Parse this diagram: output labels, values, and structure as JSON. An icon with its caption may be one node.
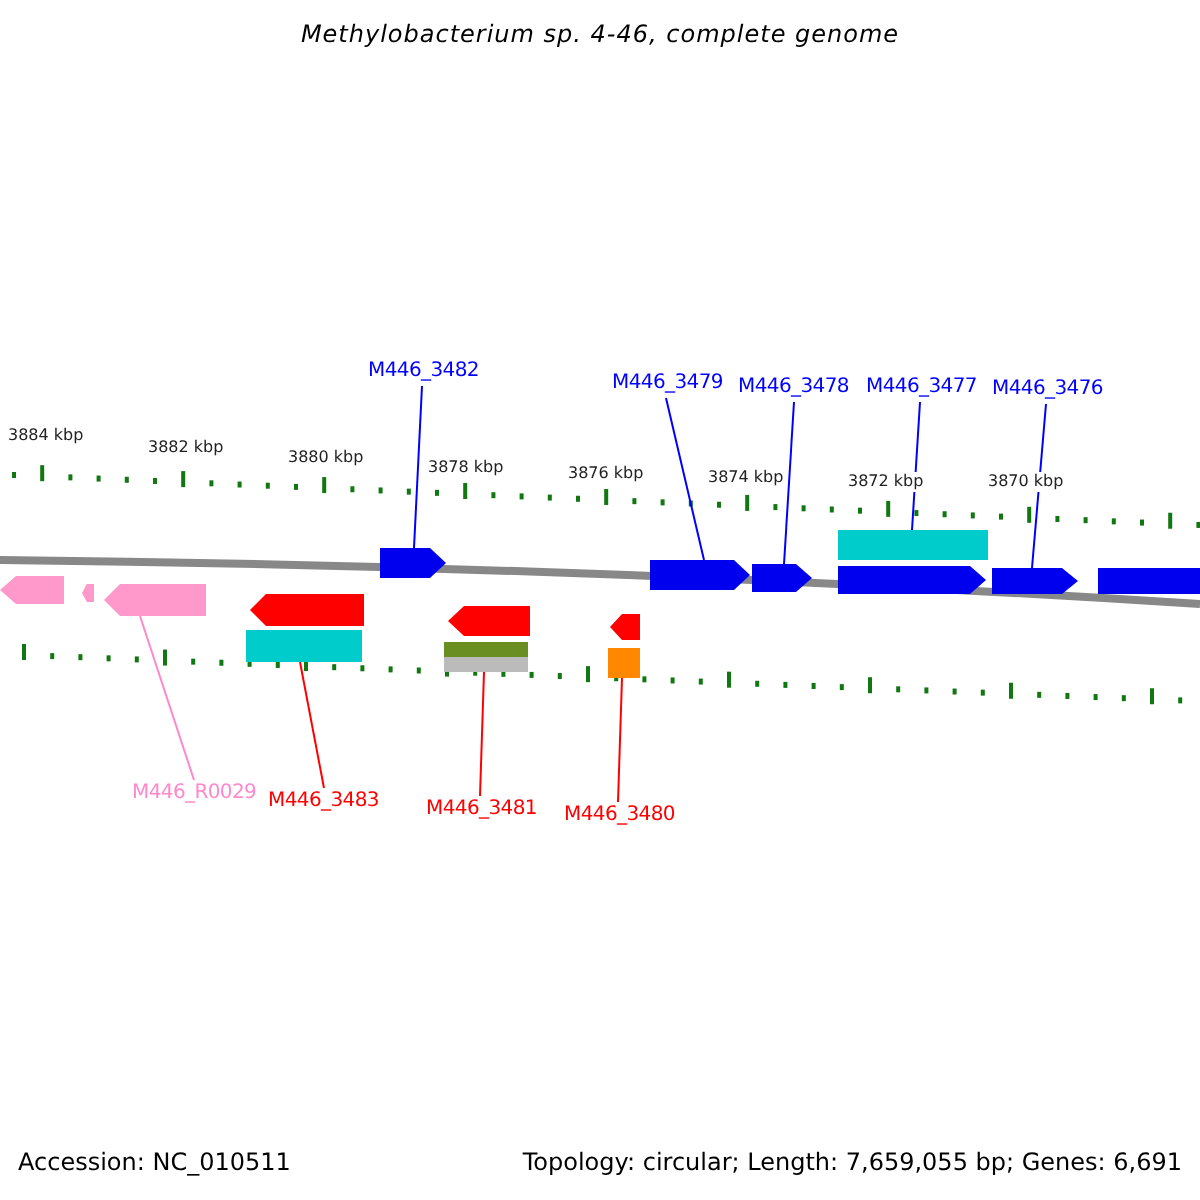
{
  "diagram": {
    "title": "Methylobacterium sp. 4-46, complete genome",
    "nodes": [
      {
        "text": [
          "M446_3482"
        ]
      },
      {
        "text": [
          "M446_3479"
        ]
      },
      {
        "text": [
          "M446_3478"
        ]
      },
      {
        "text": [
          "M446_3477"
        ]
      },
      {
        "text": [
          "M446_3476"
        ]
      },
      {
        "text": [
          "M446_R0029"
        ]
      },
      {
        "text": [
          "M446_3483"
        ]
      },
      {
        "text": [
          "M446_3481"
        ]
      },
      {
        "text": [
          "M446_3480"
        ]
      },
      {
        "text": [],
        "shape": "arrow"
      },
      {
        "text": [],
        "shape": "arrow"
      },
      {
        "text": [],
        "shape": "arrow"
      },
      {
        "text": [],
        "shape": "arrow"
      },
      {
        "text": [],
        "shape": "bar"
      },
      {
        "text": [],
        "shape": "arrow"
      },
      {
        "text": [],
        "shape": "arrow"
      },
      {
        "text": [],
        "shape": "bar"
      },
      {
        "text": [],
        "shape": "arrow"
      },
      {
        "text": [],
        "shape": "bar"
      },
      {
        "text": [],
        "shape": "arrow"
      },
      {
        "text": [],
        "shape": "arrow"
      },
      {
        "text": [],
        "shape": "bar"
      },
      {
        "text": [],
        "shape": "arrow"
      },
      {
        "text": [],
        "shape": "arrow"
      },
      {
        "text": [],
        "shape": "bar"
      }
    ],
    "edges": [
      {
        "from": 0,
        "to": 14,
        "arrow": "none"
      },
      {
        "from": 1,
        "to": 19,
        "arrow": "none"
      },
      {
        "from": 2,
        "to": 20,
        "arrow": "none"
      },
      {
        "from": 3,
        "to": 21,
        "arrow": "none"
      },
      {
        "from": 4,
        "to": 23,
        "arrow": "none"
      },
      {
        "from": 5,
        "to": 11,
        "arrow": "none",
        "color": "#ff88cc"
      },
      {
        "from": 6,
        "to": 13,
        "arrow": "none",
        "color": "#ff0000"
      },
      {
        "from": 7,
        "to": 16,
        "arrow": "none",
        "color": "#ff0000"
      },
      {
        "from": 8,
        "to": 18,
        "arrow": "none",
        "color": "#ff0000"
      }
    ],
    "labels": [
      "3884 kbp",
      "3882 kbp",
      "3880 kbp",
      "3878 kbp",
      "3876 kbp",
      "3874 kbp",
      "3872 kbp",
      "3870 kbp",
      "Accession: NC_010511",
      "Topology: circular; Length: 7,659,055 bp; Genes: 6,691"
    ]
  }
}
